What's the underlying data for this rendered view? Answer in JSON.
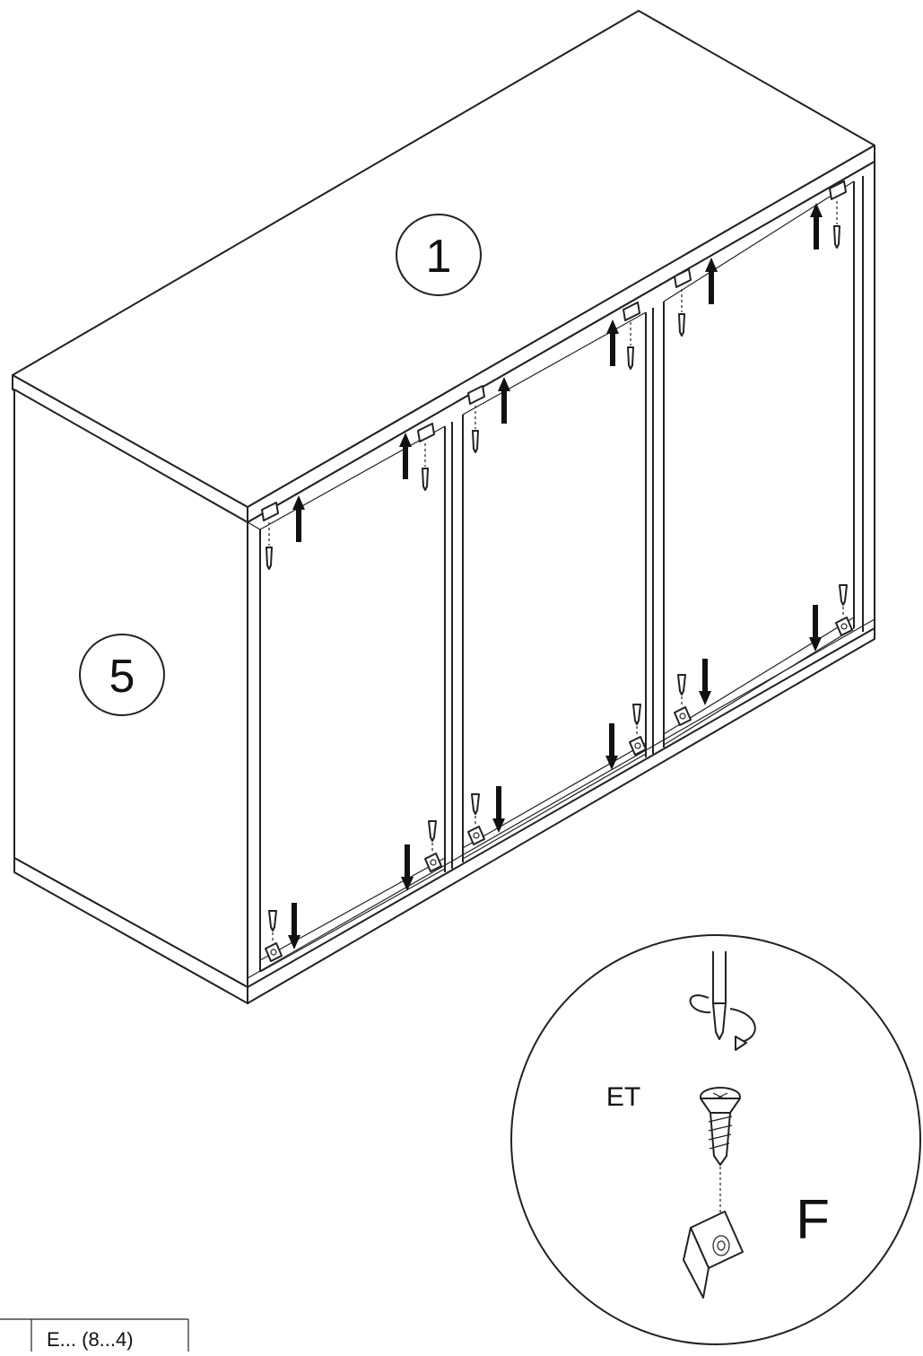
{
  "part_labels": {
    "top_panel": "1",
    "side_panel": "5"
  },
  "detail": {
    "screw_code": "ET",
    "bracket_code": "F"
  },
  "parts_table": {
    "cell_text": "E... (8...4)"
  },
  "icons": [
    "screwdriver-icon",
    "screw-icon",
    "corner-bracket-icon",
    "arrow-up-icon",
    "arrow-down-icon"
  ],
  "colors": {
    "line": "#222222",
    "background": "#ffffff"
  }
}
